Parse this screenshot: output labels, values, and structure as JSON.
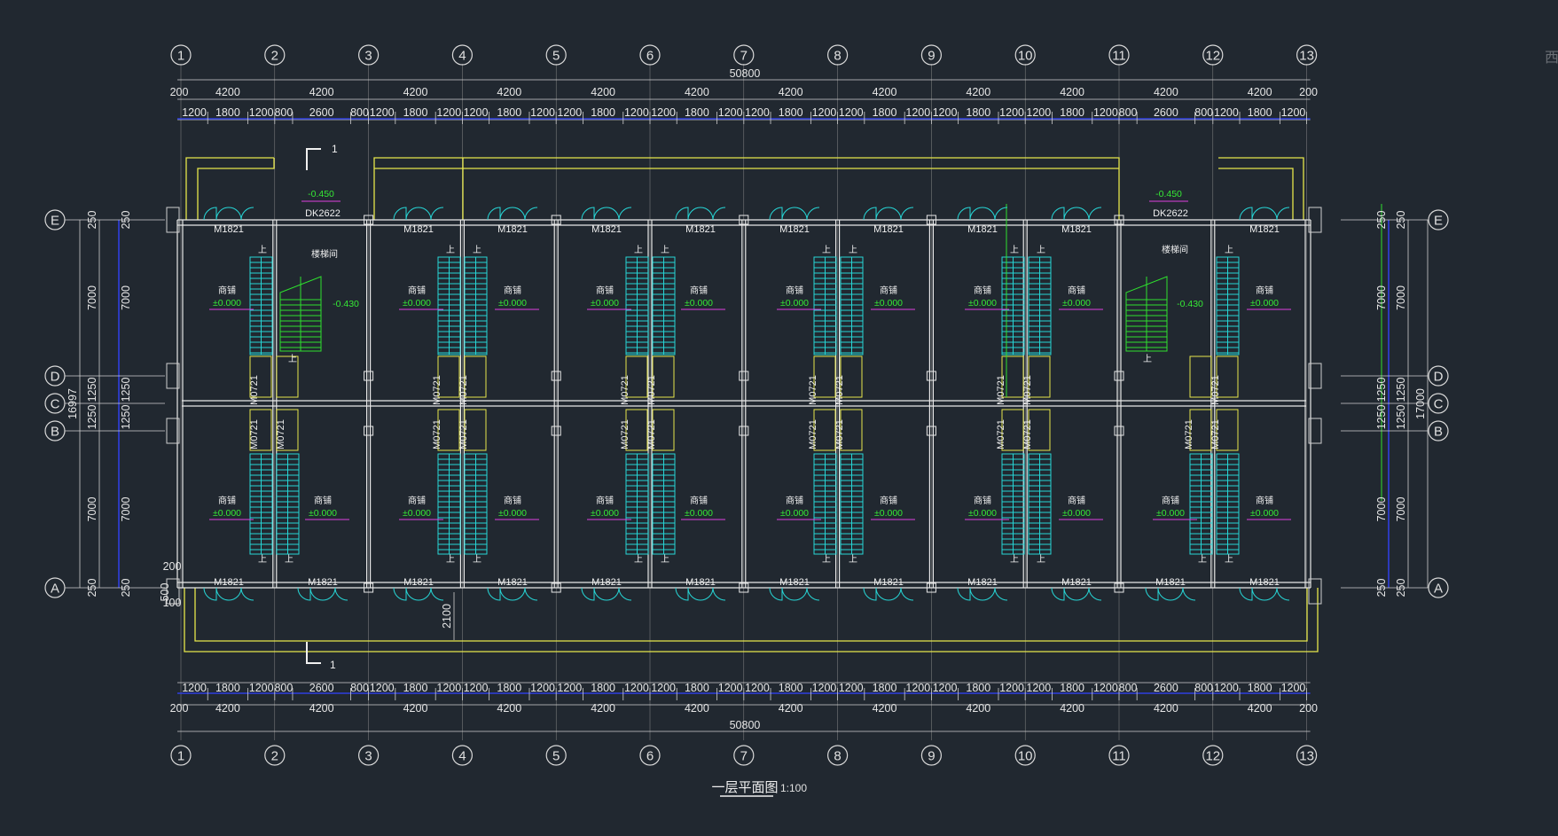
{
  "drawing": {
    "title": "一层平面图",
    "scale": "1:100",
    "corner_fragment": "西"
  },
  "axes": {
    "columns": [
      "1",
      "2",
      "3",
      "4",
      "5",
      "6",
      "7",
      "8",
      "9",
      "10",
      "11",
      "12",
      "13"
    ],
    "rows": [
      "E",
      "D",
      "C",
      "B",
      "A"
    ]
  },
  "dimensions": {
    "overall": "50800",
    "bay": "4200",
    "edge": "200",
    "sub_left": [
      "1200",
      "1800",
      "1200",
      "800",
      "2600",
      "800",
      "1200",
      "1800",
      "1200",
      "1200",
      "1800",
      "1200",
      "1200",
      "1800",
      "1200",
      "1200",
      "1800",
      "1200",
      "1200",
      "1800",
      "1200",
      "1200",
      "1800",
      "1200",
      "1200",
      "1800",
      "1200",
      "1200",
      "1800",
      "1200",
      "800",
      "2600",
      "800",
      "1200",
      "1800",
      "1200"
    ],
    "left_side": {
      "total": "16997",
      "top": "250",
      "d1": "7000",
      "d2": "1250",
      "d3": "1250",
      "d4": "7000",
      "bottom": "250"
    },
    "right_side": {
      "total": "17000",
      "top": "250",
      "d1": "7000",
      "d2": "1250",
      "d3": "1250",
      "d4": "7000",
      "bottom": "250"
    },
    "bottom_extra": [
      "200",
      "500",
      "100",
      "2100"
    ]
  },
  "labels": {
    "room_shop": "商铺",
    "stairwell": "楼梯间",
    "elev_zero": "±0.000",
    "elev_m450": "-0.450",
    "elev_m430": "-0.430",
    "door_m1821": "M1821",
    "door_dk2622": "DK2622",
    "door_m0721": "M0721",
    "up": "上",
    "section_mark": "1"
  },
  "colors": {
    "background": "#212830",
    "walls": "#e8e8e8",
    "outline": "#e6e64b",
    "stairs": "#27d6d6",
    "ramp": "#2ee02e",
    "dim_blue": "#2f3fe0",
    "elev": "#35e835"
  }
}
